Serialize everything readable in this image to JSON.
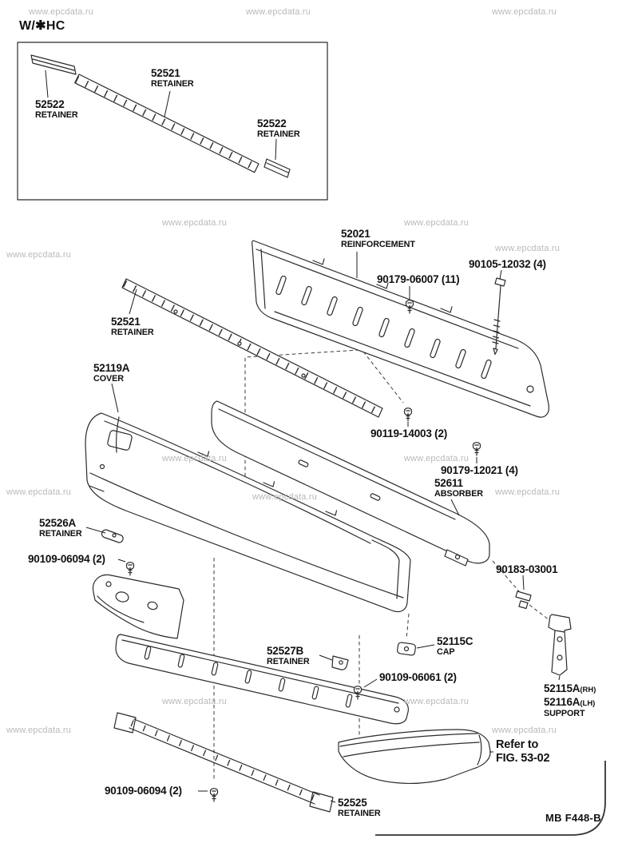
{
  "watermark": {
    "text": "www.epcdata.ru"
  },
  "header": {
    "variant": "W/✱HC"
  },
  "inset": {
    "retainer_top": {
      "number": "52521",
      "name": "RETAINER"
    },
    "retainer_left": {
      "number": "52522",
      "name": "RETAINER"
    },
    "retainer_right": {
      "number": "52522",
      "name": "RETAINER"
    }
  },
  "parts": {
    "reinforcement": {
      "number": "52021",
      "name": "REINFORCEMENT"
    },
    "bolt_11": {
      "number": "90179-06007 (11)"
    },
    "bolt_4_long": {
      "number": "90105-12032 (4)"
    },
    "retainer_mid": {
      "number": "52521",
      "name": "RETAINER"
    },
    "cover": {
      "number": "52119A",
      "name": "COVER"
    },
    "screw_14003": {
      "number": "90119-14003 (2)"
    },
    "nut_12021": {
      "number": "90179-12021 (4)"
    },
    "absorber": {
      "number": "52611",
      "name": "ABSORBER"
    },
    "retainer_52526a": {
      "number": "52526A",
      "name": "RETAINER"
    },
    "screw_06094_upper": {
      "number": "90109-06094 (2)"
    },
    "clip_90183": {
      "number": "90183-03001"
    },
    "retainer_52527b": {
      "number": "52527B",
      "name": "RETAINER"
    },
    "cap": {
      "number": "52115C",
      "name": "CAP"
    },
    "screw_06061": {
      "number": "90109-06061 (2)"
    },
    "support": {
      "rh_number": "52115A",
      "rh_side": "(RH)",
      "lh_number": "52116A",
      "lh_side": "(LH)",
      "name": "SUPPORT"
    },
    "refer": {
      "line1": "Refer to",
      "line2": "FIG. 53-02"
    },
    "screw_06094_lower": {
      "number": "90109-06094 (2)"
    },
    "retainer_52525": {
      "number": "52525",
      "name": "RETAINER"
    }
  },
  "footer": {
    "code": "MB F448-B"
  }
}
